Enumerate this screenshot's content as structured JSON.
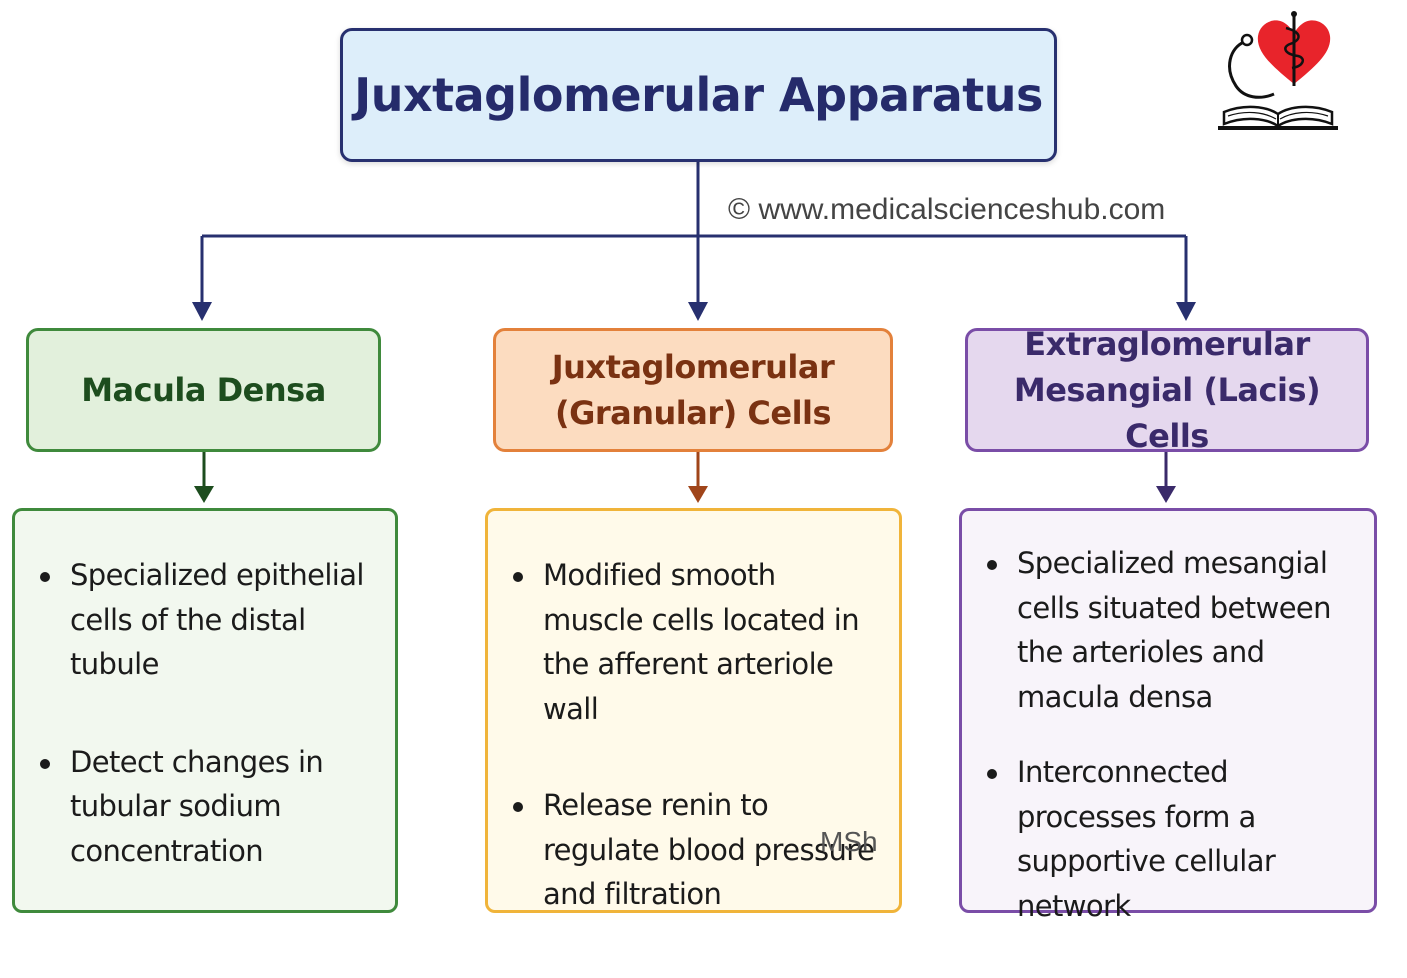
{
  "title": "Juxtaglomerular Apparatus",
  "watermark": "© www.medicalscienceshub.com",
  "signature": "MSh",
  "categories": [
    {
      "line1": "Macula Densa",
      "line2": "",
      "bullets": [
        "Specialized epithelial cells of the distal tubule",
        "Detect changes in tubular sodium concentration"
      ]
    },
    {
      "line1": "Juxtaglomerular",
      "line2": "(Granular) Cells",
      "bullets": [
        "Modified smooth muscle cells located in the afferent arteriole wall",
        "Release renin to regulate blood pressure and filtration"
      ]
    },
    {
      "line1": "Extraglomerular",
      "line2": "Mesangial (Lacis) Cells",
      "bullets": [
        "Specialized mesangial cells situated between the arterioles and macula densa",
        "Interconnected processes form a supportive cellular network"
      ]
    }
  ],
  "colors": {
    "connector": "#27306f",
    "green": "#1d4d1e",
    "orange": "#a0451a",
    "purple": "#3a2a6a",
    "logo_heart": "#e8242b"
  }
}
